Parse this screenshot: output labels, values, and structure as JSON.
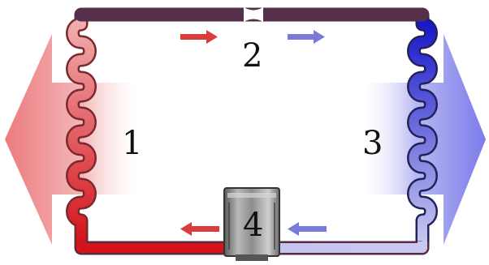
{
  "labels": {
    "condenser": "1",
    "expansion_valve": "2",
    "evaporator": "3",
    "compressor": "4"
  },
  "colors": {
    "hot_dark": "#d4141b",
    "hot_light": "#f3b4b6",
    "cold_dark": "#1111c8",
    "cold_light": "#c9c9f0",
    "heat_out_arrow": "#ec7b7e",
    "heat_in_arrow": "#7f7fec",
    "flow_arrow_hot": "#d83c3c",
    "flow_arrow_cold": "#7a7ad8",
    "compressor_body": "#8a8a8a"
  },
  "icons": {
    "heat_out": "large-left-arrow",
    "heat_in": "large-right-arrow",
    "flow": "small-arrow",
    "compressor": "cylinder-compressor"
  }
}
